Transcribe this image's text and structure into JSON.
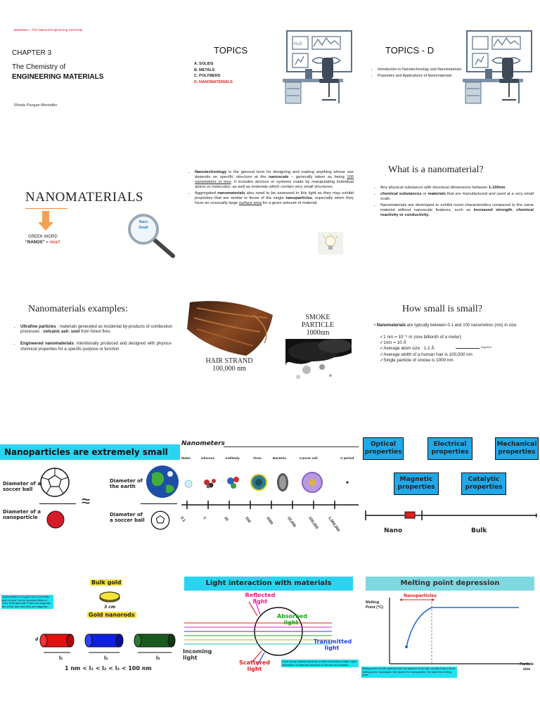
{
  "s1": {
    "university": "BatStateU – The National Engineering University",
    "chapter": "CHAPTER 3",
    "title_line1": "The Chemistry of",
    "title_line2": "ENGINEERING MATERIALS",
    "author": "Rhoda Pangan-Montalbo"
  },
  "s2": {
    "heading": "TOPICS",
    "items": [
      {
        "label": "A.  SOLIDS"
      },
      {
        "label": "B.  METALS"
      },
      {
        "label": "C.  POLYMERS"
      },
      {
        "label": "D.  NANOMATERIALS"
      }
    ],
    "icon_text": "H₂O"
  },
  "s3": {
    "heading": "TOPICS - D",
    "items": [
      {
        "label": "Introduction to Nanotechnology and Nanomaterials"
      },
      {
        "label": "Properties and Applications of Nanomaterials"
      }
    ]
  },
  "s4": {
    "title": "NANOMATERIALS",
    "greek_word": "GREEK WORD",
    "nanos": "“NANOS”",
    "eq": " = ",
    "dwarf": "dwarf",
    "lens_line1": "Nano",
    "lens_line2": "Small"
  },
  "s5": {
    "p1_bold": "Nanotechnology",
    "p1_a": " is the general term for designing and making anything whose use depends on specific structure at the ",
    "p1_nano": "nanoscale",
    "p1_b": " – generally taken as being ",
    "p1_u": "100 nanometers or less",
    "p1_c": ". It includes devices or systems made by manipulating individual atoms or molecules, as well as materials which contain very small structures.",
    "p2_a": "Aggregated ",
    "p2_bold1": "nanomaterials",
    "p2_b": " also need to be assessed in this light as they may exhibit properties that are similar to those of the single ",
    "p2_bold2": "nanoparticles",
    "p2_c": ", especially when they have an unusually large ",
    "p2_u": "surface area",
    "p2_d": " for a given amount of material."
  },
  "s6": {
    "title": "What is a nanomaterial?",
    "b1_a": "Any physical substance with structural dimensions between ",
    "b1_bold": "1-100nm",
    "b2_bold1": "chemical substances",
    "b2_a": " or ",
    "b2_bold2": "materials",
    "b2_b": " that are manufactured and used at a very small scale.",
    "b3_a": "Nanomaterials are developed to exhibit novel characteristics compared to the same material without nanoscale features, such as ",
    "b3_bold1": "increased strength",
    "b3_b": ", ",
    "b3_bold2": "chemical reactivity or conductivity",
    "b3_c": "."
  },
  "s7": {
    "title": "Nanomaterials examples:",
    "b1_bold": "Ultrafine particles",
    "b1_a": " : materials generated as incidental by-products of combustion processes : ",
    "b1_bold2": "volcanic ash",
    "b1_b": "; ",
    "b1_bold3": "soot",
    "b1_c": " from forest fires",
    "b2_bold": "Engineered nanomaterials",
    "b2_a": ": intentionally produced and designed with physico-chemical properties for a specific purpose or function"
  },
  "s8": {
    "hair_label1": "HAIR STRAND",
    "hair_label2": "100,000 nm",
    "smoke_label1": "SMOKE",
    "smoke_label2": "PARTICLE",
    "smoke_label3": "1000nm"
  },
  "s9": {
    "title": "How small is small?",
    "intro_bold": "Nanomaterials",
    "intro_a": " are typically between 0.1 and 100 nanometres (nm) in size.",
    "items": [
      {
        "text": "1 nm = 10⁻⁹ m (one billionth of a meter)"
      },
      {
        "text": "1nm = 10 Å"
      },
      {
        "text": "Average atom size : 1-2 Å"
      },
      {
        "text": "Average width of a human hair is 100,000 nm"
      },
      {
        "text": "Single particle of smoke is 1000 nm"
      }
    ],
    "angstrom_note": "Angstrom"
  },
  "s10": {
    "banner": "Nanoparticles are extremely small",
    "d1": "Diameter of a soccer ball",
    "d2": "Diameter of the earth",
    "d3": "Diameter of a nanoparticle",
    "d4": "Diameter of a soccer ball",
    "approx": "≈"
  },
  "s11": {
    "title": "Nanometers",
    "items": [
      "Water",
      "Glucose",
      "Antibody",
      "Virus",
      "Bacteria",
      "Cancer cell",
      "A period"
    ],
    "ticks": [
      "0.1",
      "1",
      "10",
      "100",
      "1000",
      "10,000",
      "100,000",
      "1,000,000"
    ]
  },
  "s12": {
    "props": [
      "Optical properties",
      "Electrical properties",
      "Mechanical properties",
      "Magnetic properties",
      "Catalytic properties"
    ],
    "nano": "Nano",
    "bulk": "Bulk"
  },
  "s13": {
    "note": "A gold jewelry or a gold coin is normally gold in color, but its nanoside differs in color. Bulk gold and Pt are non-magnetic, but at the nano size they are magnetic.",
    "bulk_gold": "Bulk gold",
    "coin_size": "3 cm",
    "nanorods": "Gold nanorods",
    "rod_d": "d",
    "rod_l": [
      "l₁",
      "l₂",
      "l₃"
    ],
    "inequality": "1 nm < l₁ < l₂ < l₃ < 100 nm"
  },
  "s14": {
    "banner": "Light interaction with materials",
    "reflected": "Reflected light",
    "absorbed": "Absorbed light",
    "transmitted": "Transmitted light",
    "incoming": "Incoming light",
    "scattered": "Scattered light",
    "note": "Color of any material depends on their interaction of light. Light interaction of materials depends on the size and shapes."
  },
  "s15": {
    "banner": "Melting point depression",
    "ylabel": "Melting Point (°C)",
    "xlabel": "Particle size",
    "nanoparticles": "Nanoparticles",
    "note": "Melting point of bulk material does not depend on its size, usually it has a fixed melting point. Nanoscale: the smaller the nanoparticle, the lower the melting point."
  },
  "colors": {
    "cyan": "#2ad4f0",
    "red": "#e0201b",
    "blue_box": "#20a8e8",
    "orange": "#f5a050"
  }
}
